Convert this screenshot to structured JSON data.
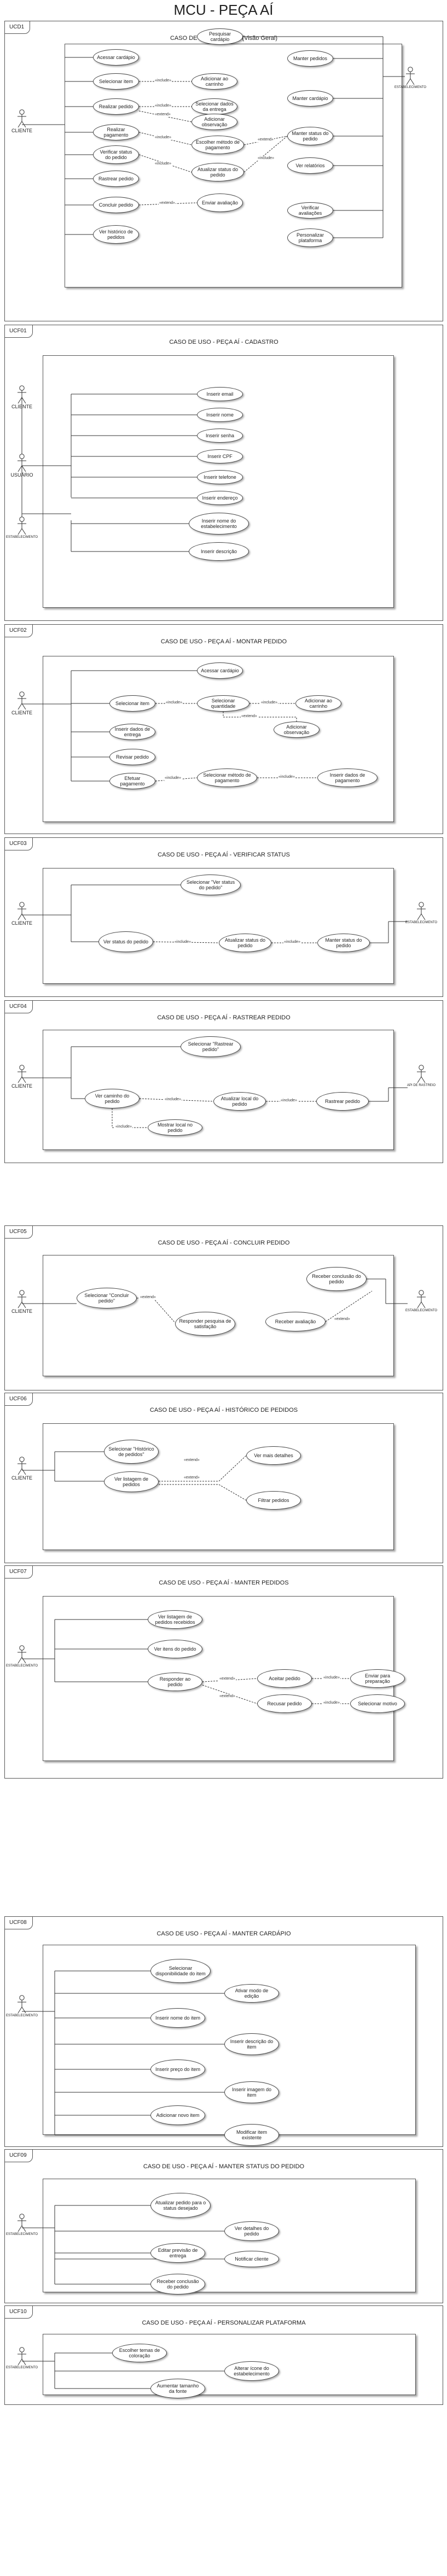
{
  "document": {
    "title": "MCU - PEÇA AÍ"
  },
  "sections": {
    "ucd1": {
      "tag": "UCD1",
      "title": "CASO DE USO - PEÇA AÍ (Visão Geral)",
      "actors": {
        "client": "CLIENTE",
        "establishment": "ESTABELECIMENTO"
      },
      "use_cases": {
        "search_catalog": "Pesquisar cardápio",
        "access_catalog": "Acessar cardápio",
        "select_item": "Selecionar item",
        "manage_orders": "Manter pedidos",
        "add_to_cart": "Adicionar ao carrinho",
        "manage_catalog": "Manter cardápio",
        "place_order": "Realizar pedido",
        "select_delivery": "Selecionar dados da entrega",
        "add_note": "Adicionar observação",
        "make_payment": "Realizar pagamento",
        "choose_payment": "Escolher método de pagamento",
        "track_status": "Verificar status do pedido",
        "update_status": "Atualizar status do pedido",
        "manage_status": "Manter status do pedido",
        "view_reports": "Ver relatórios",
        "track_order": "Rastrear pedido",
        "complete_order": "Concluir pedido",
        "send_review": "Enviar avaliação",
        "check_reviews": "Verificar avaliações",
        "order_history": "Ver histórico de pedidos",
        "customize_platform": "Personalizar plataforma"
      },
      "relations": {
        "r1": "«include»",
        "r2": "«include»",
        "r3": "«extend»",
        "r4": "«include»",
        "r5": "«include»",
        "r6": "«extend»",
        "r7": "«include»",
        "r8": "«extend»"
      }
    },
    "ucf01": {
      "tag": "UCF01",
      "title": "CASO DE USO - PEÇA AÍ - CADASTRO",
      "actors": {
        "client": "CLIENTE",
        "user": "USUÁRIO",
        "establishment": "ESTABELECIMENTO"
      },
      "use_cases": {
        "email": "Inserir email",
        "name": "Inserir nome",
        "password": "Inserir senha",
        "cpf": "Inserir CPF",
        "phone": "Inserir telefone",
        "address": "Inserir endereço",
        "shop_name": "Inserir nome do estabelecimento",
        "description": "Inserir descrição"
      }
    },
    "ucf02": {
      "tag": "UCF02",
      "title": "CASO DE USO - PEÇA AÍ - MONTAR PEDIDO",
      "actors": {
        "client": "CLIENTE"
      },
      "use_cases": {
        "access_catalog": "Acessar cardápio",
        "select_item": "Selecionar item",
        "select_quantity": "Selecionar quantidade",
        "add_to_cart": "Adicionar ao carrinho",
        "add_note": "Adicionar observação",
        "delivery_data": "Inserir dados de entrega",
        "review_order": "Revisar pedido",
        "make_payment": "Efetuar pagamento",
        "payment_method": "Selecionar método de pagamento",
        "payment_data": "Inserir dados de pagamento"
      },
      "relations": {
        "r1": "«include»",
        "r2": "«include»",
        "r3": "«extend»",
        "r4": "«include»",
        "r5": "«include»"
      }
    },
    "ucf03": {
      "tag": "UCF03",
      "title": "CASO DE USO - PEÇA AÍ - VERIFICAR STATUS",
      "actors": {
        "client": "CLIENTE",
        "establishment": "ESTABELECIMENTO"
      },
      "use_cases": {
        "select_view_status": "Selecionar \"Ver status do pedido\"",
        "view_status": "Ver status do pedido",
        "update_status": "Atualizar status do pedido",
        "manage_status": "Manter status do pedido"
      },
      "relations": {
        "r1": "«include»",
        "r2": "«include»"
      }
    },
    "ucf04": {
      "tag": "UCF04",
      "title": "CASO DE USO - PEÇA AÍ - RASTREAR PEDIDO",
      "actors": {
        "client": "CLIENTE",
        "tracking": "API DE RASTREIO"
      },
      "use_cases": {
        "select_track": "Selecionar \"Rastrear pedido\"",
        "view_route": "Ver caminho do pedido",
        "update_location": "Atualizar local do pedido",
        "track_order": "Rastrear pedido",
        "show_location": "Mostrar local no pedido"
      },
      "relations": {
        "r1": "«include»",
        "r2": "«include»",
        "r3": "«include»"
      }
    },
    "ucf05": {
      "tag": "UCF05",
      "title": "CASO DE USO - PEÇA AÍ - CONCLUIR PEDIDO",
      "actors": {
        "client": "CLIENTE",
        "establishment": "ESTABELECIMENTO"
      },
      "use_cases": {
        "select_complete": "Selecionar \"Concluir pedido\"",
        "satisfaction_survey": "Responder pesquisa de satisfação",
        "receive_completion": "Receber conclusão do pedido",
        "receive_review": "Receber avaliação"
      },
      "relations": {
        "r1": "«extend»",
        "r2": "«extend»"
      }
    },
    "ucf06": {
      "tag": "UCF06",
      "title": "CASO DE USO - PEÇA AÍ - HISTÓRICO DE PEDIDOS",
      "actors": {
        "client": "CLIENTE"
      },
      "use_cases": {
        "select_history": "Selecionar \"Histórico de pedidos\"",
        "list_orders": "Ver listagem de pedidos",
        "more_details": "Ver mais detalhes",
        "filter_orders": "Filtrar pedidos"
      },
      "relations": {
        "r1": "«extend»",
        "r2": "«extend»"
      }
    },
    "ucf07": {
      "tag": "UCF07",
      "title": "CASO DE USO - PEÇA AÍ - MANTER PEDIDOS",
      "actors": {
        "establishment": "ESTABELECIMENTO"
      },
      "use_cases": {
        "list_received": "Ver listagem de pedidos recebidos",
        "view_order_items": "Ver itens do pedido",
        "respond_order": "Responder ao pedido",
        "accept_order": "Aceitar pedido",
        "send_preparation": "Enviar para preparação",
        "reject_order": "Recusar pedido",
        "select_reason": "Selecionar motivo"
      },
      "relations": {
        "r1": "«extend»",
        "r2": "«include»",
        "r3": "«extend»",
        "r4": "«include»"
      }
    },
    "ucf08": {
      "tag": "UCF08",
      "title": "CASO DE USO - PEÇA AÍ - MANTER CARDÁPIO",
      "actors": {
        "establishment": "ESTABELECIMENTO"
      },
      "use_cases": {
        "select_availability": "Selecionar disponibilidade do item",
        "add_option": "Ativar modo de edição",
        "insert_name": "Inserir nome do item",
        "insert_description": "Inserir descrição do item",
        "insert_price": "Inserir preço do item",
        "insert_image": "Inserir imagem do item",
        "add_item": "Adicionar novo item",
        "modify_item": "Modificar item existente"
      }
    },
    "ucf09": {
      "tag": "UCF09",
      "title": "CASO DE USO - PEÇA AÍ - MANTER STATUS DO PEDIDO",
      "actors": {
        "establishment": "ESTABELECIMENTO"
      },
      "use_cases": {
        "update_status": "Atualizar pedido para o status desejado",
        "order_details": "Ver detalhes do pedido",
        "delivery_forecast": "Editar previsão de entrega",
        "notify_client": "Notificar cliente",
        "receive_completion": "Receber conclusão do pedido"
      }
    },
    "ucf10": {
      "tag": "UCF10",
      "title": "CASO DE USO - PEÇA AÍ - PERSONALIZAR PLATAFORMA",
      "actors": {
        "establishment": "ESTABELECIMENTO"
      },
      "use_cases": {
        "color_theme": "Escolher temas de coloração",
        "change_icon": "Alterar ícone do estabelecimento",
        "font_size": "Aumentar tamanho da fonte"
      }
    }
  }
}
